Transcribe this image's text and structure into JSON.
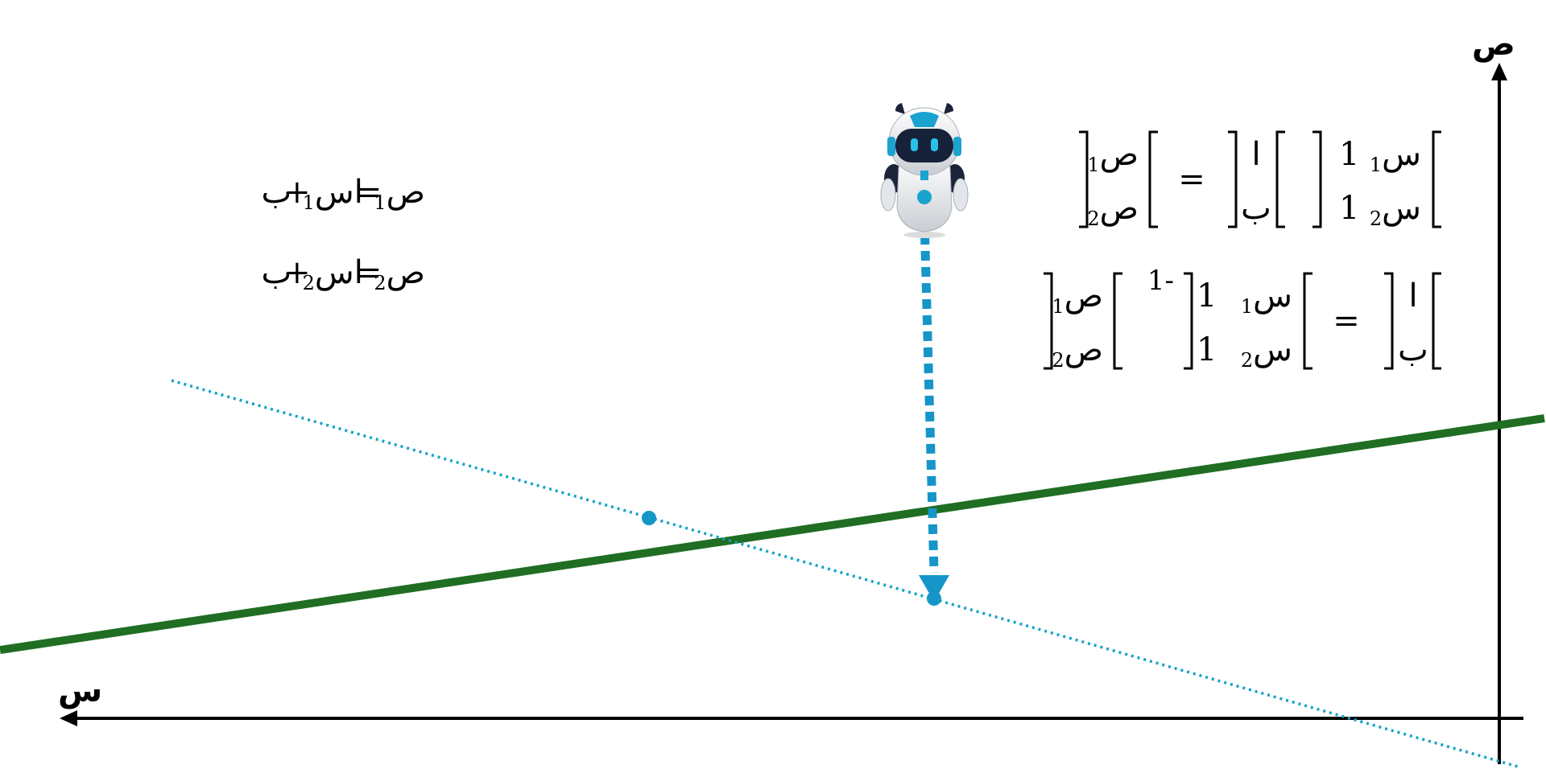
{
  "axes": {
    "x_label": "س",
    "y_label": "ص"
  },
  "equations": {
    "eq1": {
      "lhs": "ص",
      "lhs_sub": "1",
      "equals": "=",
      "a": "ا",
      "x": "س",
      "x_sub": "1",
      "plus": "+",
      "b": "ب"
    },
    "eq2": {
      "lhs": "ص",
      "lhs_sub": "2",
      "equals": "=",
      "a": "ا",
      "x": "س",
      "x_sub": "2",
      "plus": "+",
      "b": "ب"
    }
  },
  "matrix_eq1": {
    "x_matrix": [
      [
        "س",
        "1",
        "1"
      ],
      [
        "س",
        "2",
        "1"
      ]
    ],
    "vector": [
      "ا",
      "ب"
    ],
    "equals": "=",
    "y_vector": [
      [
        "ص",
        "1"
      ],
      [
        "ص",
        "2"
      ]
    ]
  },
  "matrix_eq2": {
    "vector": [
      "ا",
      "ب"
    ],
    "equals": "=",
    "x_matrix": [
      [
        "س",
        "1",
        "1"
      ],
      [
        "س",
        "2",
        "1"
      ]
    ],
    "inverse": "1-",
    "y_vector": [
      [
        "ص",
        "1"
      ],
      [
        "ص",
        "2"
      ]
    ]
  },
  "colors": {
    "green_line": "#1f6e23",
    "dotted_line": "#12a3c9",
    "arrow": "#1595c8",
    "axis": "#000000"
  },
  "icons": {
    "robot": "robot-icon"
  }
}
